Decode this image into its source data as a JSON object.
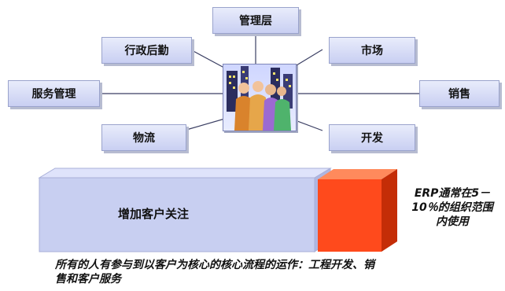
{
  "nodes": {
    "top": "管理层",
    "admin": "行政后勤",
    "market": "市场",
    "service": "服务管理",
    "sales": "销售",
    "logistics": "物流",
    "dev": "开发"
  },
  "center_image": "people-group-icon",
  "bar": {
    "label": "增加客户关注",
    "erp_line1": "ERP通常在5－",
    "erp_line2": "10％的组织范围",
    "erp_line3": "内使用"
  },
  "footer": {
    "line1": "所有的人有参与到以客户为核心的核心流程的运作：工程开发、销",
    "line2": "售和客户服务"
  },
  "colors": {
    "node_fill": "#d7dcf6",
    "bar_fill": "#c8cff1",
    "accent_bar": "#ff4a1c"
  }
}
